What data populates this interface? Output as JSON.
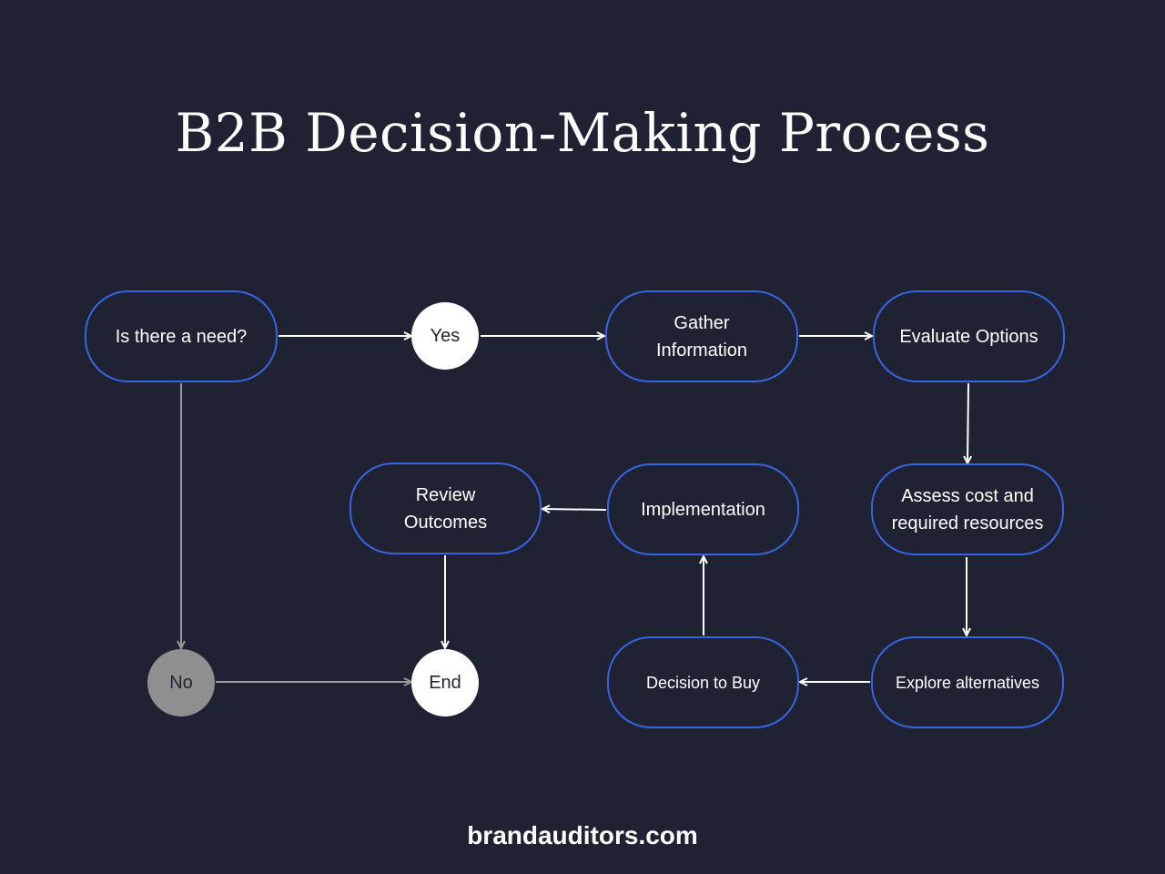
{
  "title": "B2B Decision-Making Process",
  "nodes": {
    "need": "Is there a need?",
    "yes": "Yes",
    "no": "No",
    "end": "End",
    "gather": "Gather Information",
    "evaluate": "Evaluate Options",
    "assess": "Assess cost and required resources",
    "explore": "Explore alternatives",
    "decision": "Decision to Buy",
    "implementation": "Implementation",
    "review": "Review Outcomes"
  },
  "footer": "brandauditors.com",
  "colors": {
    "background": "#1e2233",
    "node_border": "#3a63e0",
    "arrow": "#ffffff",
    "no_path": "#9a9a9a",
    "no_circle": "#8f8f8f",
    "terminal_circle": "#ffffff"
  }
}
